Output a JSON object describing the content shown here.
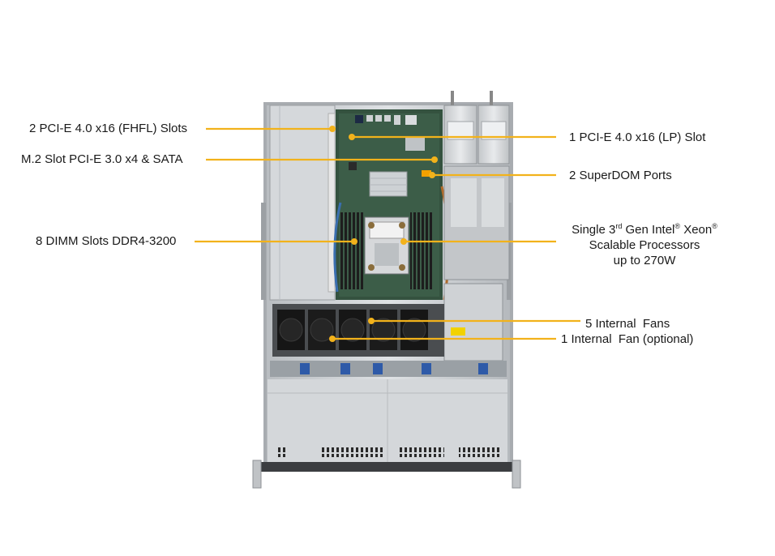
{
  "callouts": {
    "pcie_fhfl": "2 PCI-E 4.0 x16 (FHFL) Slots",
    "m2_slot": "M.2 Slot PCI-E 3.0 x4 & SATA",
    "dimm_slots": "8 DIMM Slots DDR4-3200",
    "pcie_lp": "1 PCI-E 4.0 x16 (LP) Slot",
    "superdom": "2 SuperDOM Ports",
    "processor": {
      "line1_pre": "Single 3",
      "line1_sup1": "rd",
      "line1_mid": " Gen Intel",
      "line1_sup2": "®",
      "line1_post": " Xeon",
      "line1_sup3": "®",
      "line2": "Scalable Processors",
      "line3": "up to 270W"
    },
    "internal_fans": "5 Internal  Fans",
    "optional_fan": "1 Internal  Fan (optional)"
  },
  "colors": {
    "leader": "#f2b21b",
    "chassis": "#c9cccf",
    "motherboard": "#2f4a3a"
  }
}
